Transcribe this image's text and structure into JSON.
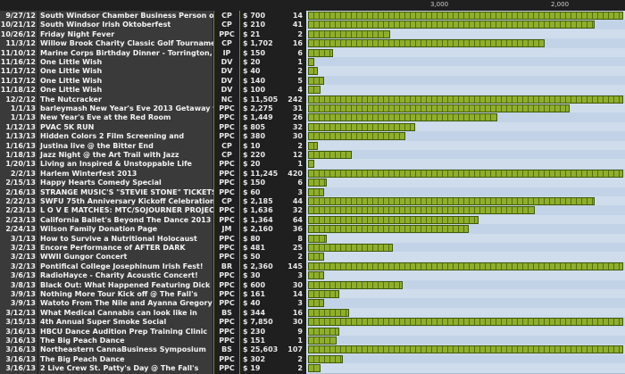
{
  "axis": {
    "labels": [
      "3,000",
      "2,000"
    ]
  },
  "columns": [
    "date",
    "name",
    "type",
    "amount",
    "count"
  ],
  "rows": [
    {
      "date": "9/27/12",
      "name": "South Windsor Chamber Business Person of",
      "type": "CP",
      "amount": "$ 700",
      "count": "14",
      "bar": 1.0
    },
    {
      "date": "10/21/12",
      "name": "South Windsor Irish Oktoberfest",
      "type": "CP",
      "amount": "$ 210",
      "count": "41",
      "bar": 0.91
    },
    {
      "date": "10/26/12",
      "name": "Friday Night Fever",
      "type": "PPC",
      "amount": "$ 21",
      "count": "2",
      "bar": 0.26
    },
    {
      "date": "11/3/12",
      "name": "Willow Brook Charity Classic Golf Tournament",
      "type": "CP",
      "amount": "$ 1,702",
      "count": "16",
      "bar": 0.75
    },
    {
      "date": "11/10/12",
      "name": "Marine Corps Birthday Dinner - Torrington, CT",
      "type": "IP",
      "amount": "$ 150",
      "count": "6",
      "bar": 0.08
    },
    {
      "date": "11/16/12",
      "name": "One Little Wish",
      "type": "DV",
      "amount": "$ 20",
      "count": "1",
      "bar": 0.02
    },
    {
      "date": "11/17/12",
      "name": "One Little Wish",
      "type": "DV",
      "amount": "$ 40",
      "count": "2",
      "bar": 0.03
    },
    {
      "date": "11/17/12",
      "name": "One Little Wish",
      "type": "DV",
      "amount": "$ 140",
      "count": "5",
      "bar": 0.05
    },
    {
      "date": "11/18/12",
      "name": "One Little Wish",
      "type": "DV",
      "amount": "$ 100",
      "count": "4",
      "bar": 0.04
    },
    {
      "date": "12/2/12",
      "name": "The Nutcracker",
      "type": "NC",
      "amount": "$ 11,505",
      "count": "242",
      "bar": 1.0
    },
    {
      "date": "1/1/13",
      "name": "barleymash New Year's Eve 2013 Getaway to",
      "type": "PPC",
      "amount": "$ 2,275",
      "count": "31",
      "bar": 0.83
    },
    {
      "date": "1/1/13",
      "name": "New Year's Eve at the Red Room",
      "type": "PPC",
      "amount": "$ 1,449",
      "count": "26",
      "bar": 0.6
    },
    {
      "date": "1/12/13",
      "name": "PVAC 5K RUN",
      "type": "PPC",
      "amount": "$ 805",
      "count": "32",
      "bar": 0.34
    },
    {
      "date": "1/13/13",
      "name": "Hidden Colors 2 Film Screening and",
      "type": "PPC",
      "amount": "$ 380",
      "count": "30",
      "bar": 0.31
    },
    {
      "date": "1/16/13",
      "name": "Justina live @ the Bitter End",
      "type": "CP",
      "amount": "$ 10",
      "count": "2",
      "bar": 0.03
    },
    {
      "date": "1/18/13",
      "name": "Jazz Night @ the Art Trail with Jazz",
      "type": "CP",
      "amount": "$ 220",
      "count": "12",
      "bar": 0.14
    },
    {
      "date": "1/20/13",
      "name": "Living an Inspired & Unstoppable Life",
      "type": "PPC",
      "amount": "$ 20",
      "count": "1",
      "bar": 0.02
    },
    {
      "date": "2/2/13",
      "name": "Harlem Winterfest 2013",
      "type": "PPC",
      "amount": "$ 11,245",
      "count": "420",
      "bar": 1.0
    },
    {
      "date": "2/15/13",
      "name": "Happy Hearts Comedy Special",
      "type": "PPC",
      "amount": "$ 150",
      "count": "6",
      "bar": 0.06
    },
    {
      "date": "2/16/13",
      "name": "STRANGE MUSIC'S \"STEVIE STONE\" TICKETS-",
      "type": "PPC",
      "amount": "$ 60",
      "count": "3",
      "bar": 0.05
    },
    {
      "date": "2/22/13",
      "name": "SWFU 75th Anniversary Kickoff Celebration",
      "type": "CP",
      "amount": "$ 2,185",
      "count": "44",
      "bar": 0.91
    },
    {
      "date": "2/23/13",
      "name": "L O V E MATCHES: MTC/SOJOURNER PROJECT",
      "type": "PPC",
      "amount": "$ 1,636",
      "count": "32",
      "bar": 0.72
    },
    {
      "date": "2/23/13",
      "name": "California Ballet's Beyond The Dance 2013",
      "type": "PPC",
      "amount": "$ 1,364",
      "count": "64",
      "bar": 0.54
    },
    {
      "date": "2/24/13",
      "name": "Wilson Family Donation Page",
      "type": "JM",
      "amount": "$ 2,160",
      "count": "36",
      "bar": 0.51
    },
    {
      "date": "3/1/13",
      "name": "How to Survive a Nutritional Holocaust",
      "type": "PPC",
      "amount": "$ 80",
      "count": "8",
      "bar": 0.06
    },
    {
      "date": "3/2/13",
      "name": "Encore Performance of AFTER DARK",
      "type": "PPC",
      "amount": "$ 481",
      "count": "25",
      "bar": 0.27
    },
    {
      "date": "3/2/13",
      "name": "WWII Gungor Concert",
      "type": "PPC",
      "amount": "$ 50",
      "count": "2",
      "bar": 0.05
    },
    {
      "date": "3/2/13",
      "name": "Pontifical College Josephinum Irish Fest!",
      "type": "BR",
      "amount": "$ 2,360",
      "count": "145",
      "bar": 1.0
    },
    {
      "date": "3/6/13",
      "name": "RadioHayce - Charity Acoustic Concert!",
      "type": "PPC",
      "amount": "$ 30",
      "count": "3",
      "bar": 0.05
    },
    {
      "date": "3/8/13",
      "name": "Black Out: What Happened Featuring Dick",
      "type": "PPC",
      "amount": "$ 600",
      "count": "30",
      "bar": 0.3
    },
    {
      "date": "3/9/13",
      "name": "Nothing More Tour Kick off @ The Fall's",
      "type": "PPC",
      "amount": "$ 161",
      "count": "14",
      "bar": 0.1
    },
    {
      "date": "3/9/13",
      "name": "Watoto From The Nile and Ayanna Gregory",
      "type": "PPC",
      "amount": "$ 40",
      "count": "3",
      "bar": 0.05
    },
    {
      "date": "3/12/13",
      "name": "What Medical Cannabis can look like in",
      "type": "BS",
      "amount": "$ 344",
      "count": "16",
      "bar": 0.13
    },
    {
      "date": "3/15/13",
      "name": "4th Annual Super Smoke Social",
      "type": "PPC",
      "amount": "$ 7,850",
      "count": "30",
      "bar": 1.0
    },
    {
      "date": "3/16/13",
      "name": "HBCU Dance Audition Prep Training Clinic",
      "type": "PPC",
      "amount": "$ 230",
      "count": "9",
      "bar": 0.1
    },
    {
      "date": "3/16/13",
      "name": "The Big Peach Dance",
      "type": "PPC",
      "amount": "$ 151",
      "count": "1",
      "bar": 0.09
    },
    {
      "date": "3/16/13",
      "name": "Northeastern CannaBusiness Symposium",
      "type": "BS",
      "amount": "$ 25,603",
      "count": "107",
      "bar": 1.0
    },
    {
      "date": "3/16/13",
      "name": "The Big Peach Dance",
      "type": "PPC",
      "amount": "$ 302",
      "count": "2",
      "bar": 0.11
    },
    {
      "date": "3/16/13",
      "name": "2 Live Crew St. Patty's Day @ The Fall's",
      "type": "PPC",
      "amount": "$ 19",
      "count": "2",
      "bar": 0.04
    }
  ]
}
